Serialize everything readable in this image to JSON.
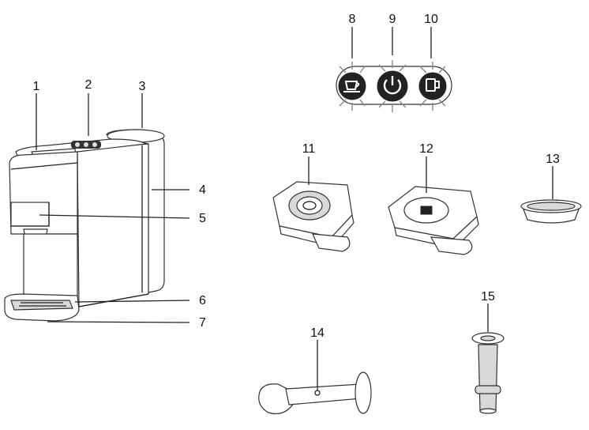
{
  "callouts": [
    "1",
    "2",
    "3",
    "4",
    "5",
    "6",
    "7",
    "8",
    "9",
    "10",
    "11",
    "12",
    "13",
    "14",
    "15"
  ],
  "icons": {
    "espresso": "espresso-cup-icon",
    "power": "power-icon",
    "mug": "mug-icon"
  },
  "colors": {
    "line": "#333333",
    "button_fill": "#222222",
    "glow": "#888888"
  }
}
